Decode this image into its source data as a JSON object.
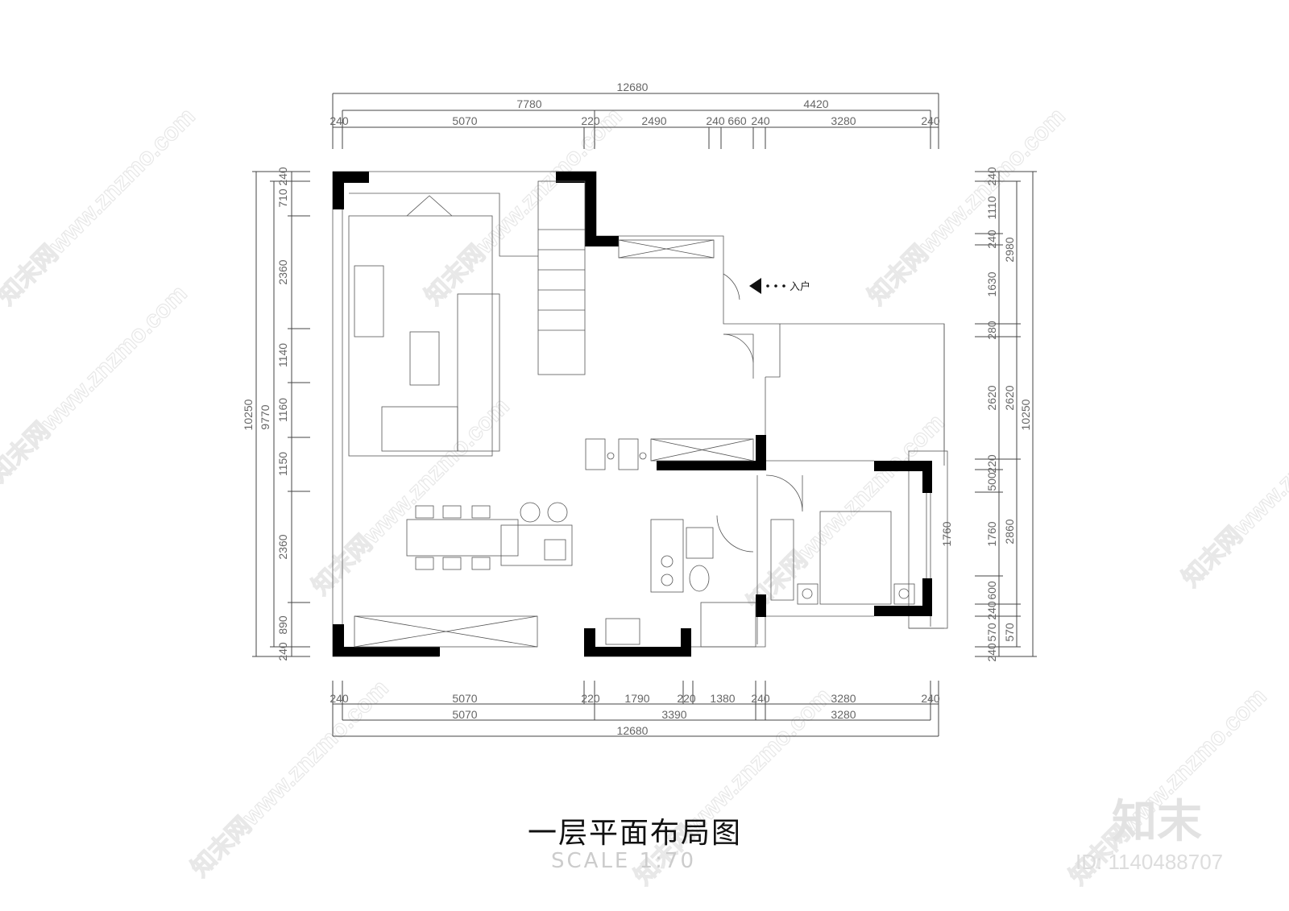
{
  "title": "一层平面布局图",
  "scale": "SCALE 1:70",
  "entrance_label": "入户",
  "watermark": {
    "site": "知末网www.znzmo.com",
    "logo": "知末",
    "id": "ID: 1140488707"
  },
  "dims": {
    "top_total": "12680",
    "top_mid": [
      "7780",
      "4420"
    ],
    "top_row": [
      "240",
      "5070",
      "220",
      "2490",
      "240",
      "660",
      "240",
      "3280",
      "240"
    ],
    "bottom_row": [
      "240",
      "5070",
      "220",
      "1790",
      "220",
      "1380",
      "240",
      "3280",
      "240"
    ],
    "bottom_mid": [
      "5070",
      "3390",
      "3280"
    ],
    "bottom_total": "12680",
    "left_row": [
      "240",
      "710",
      "2360",
      "1140",
      "1160",
      "1150",
      "2360",
      "890",
      "240"
    ],
    "left_mid": "9770",
    "left_total": "10250",
    "right_row": [
      "240",
      "1110",
      "240",
      "1630",
      "280",
      "2620",
      "220",
      "500",
      "1760",
      "600",
      "240",
      "570",
      "240"
    ],
    "right_mid": [
      "2980",
      "2620",
      "2860",
      "570"
    ],
    "right_total": "10250",
    "inner": "1760"
  }
}
